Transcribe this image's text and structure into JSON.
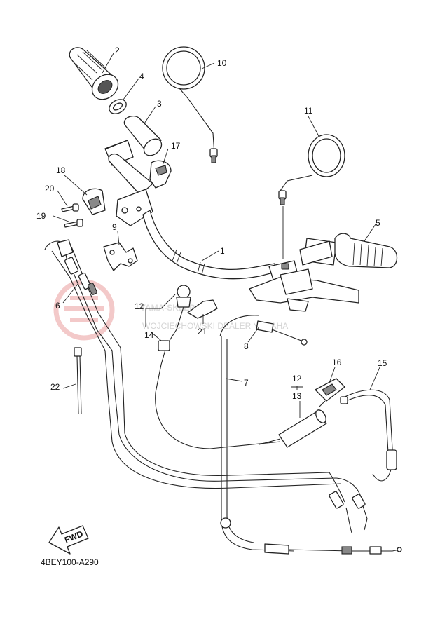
{
  "diagram": {
    "watermark": {
      "brand": "YAMA-SKLEP.PL",
      "tagline": "WOJCIECHOWSKI DEALER YAMAHA"
    },
    "fwd_label": "FWD",
    "diagram_code": "4BEY100-A290",
    "callouts": [
      {
        "id": "c1",
        "text": "1"
      },
      {
        "id": "c2",
        "text": "2"
      },
      {
        "id": "c3",
        "text": "3"
      },
      {
        "id": "c4",
        "text": "4"
      },
      {
        "id": "c5",
        "text": "5"
      },
      {
        "id": "c6",
        "text": "6"
      },
      {
        "id": "c7",
        "text": "7"
      },
      {
        "id": "c8",
        "text": "8"
      },
      {
        "id": "c9",
        "text": "9"
      },
      {
        "id": "c10",
        "text": "10"
      },
      {
        "id": "c11",
        "text": "11"
      },
      {
        "id": "c12a",
        "text": "12"
      },
      {
        "id": "c12b",
        "text": "12"
      },
      {
        "id": "c13",
        "text": "13"
      },
      {
        "id": "c14",
        "text": "14"
      },
      {
        "id": "c15",
        "text": "15"
      },
      {
        "id": "c16",
        "text": "16"
      },
      {
        "id": "c17",
        "text": "17"
      },
      {
        "id": "c18",
        "text": "18"
      },
      {
        "id": "c19",
        "text": "19"
      },
      {
        "id": "c20",
        "text": "20"
      },
      {
        "id": "c21",
        "text": "21"
      },
      {
        "id": "c22",
        "text": "22"
      }
    ]
  }
}
